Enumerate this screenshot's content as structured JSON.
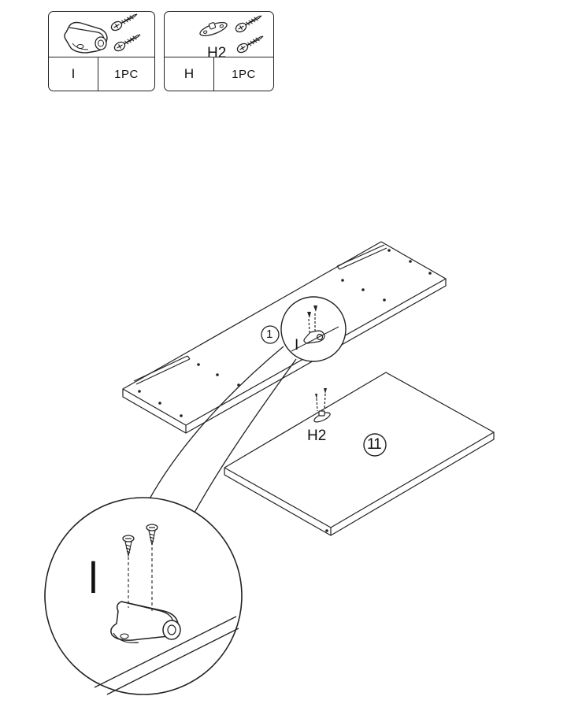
{
  "parts": [
    {
      "code": "I",
      "qty": "1PC",
      "icon": "magnetic-catch-with-screws"
    },
    {
      "code": "H",
      "qty": "1PC",
      "sublabel": "H2",
      "icon": "catch-plate-with-screws"
    }
  ],
  "diagram": {
    "panel_top_number": "1",
    "panel_bottom_number": "11",
    "catch_label": "I",
    "plate_label": "H2",
    "detail_label": "I"
  }
}
